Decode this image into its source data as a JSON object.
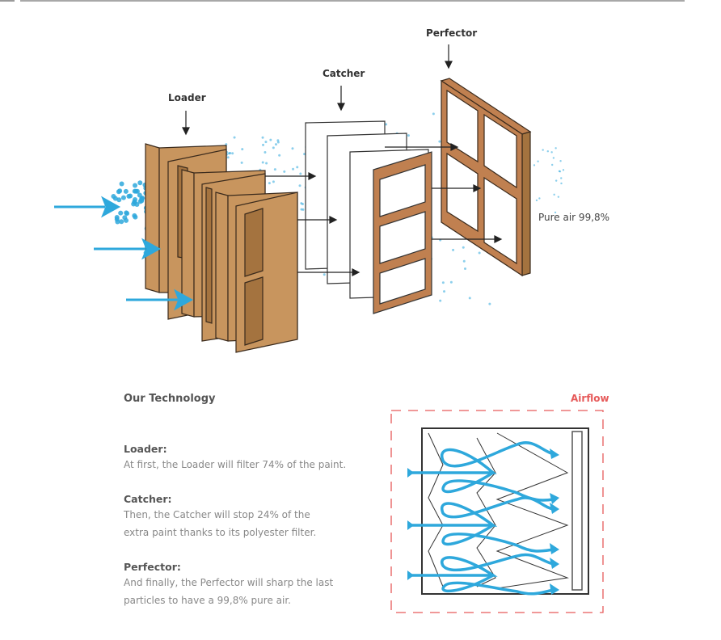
{
  "diagram": {
    "labels": {
      "loader": "Loader",
      "catcher": "Catcher",
      "perfector": "Perfector",
      "pure_air": "Pure air 99,8%"
    },
    "colors": {
      "airflow_blue": "#2ea8dc",
      "cardboard": "#c8955e",
      "cardboard_dark": "#a4733f",
      "frame": "#c08050",
      "outline": "#3a2a1c",
      "airflow_border": "#e65a5a"
    }
  },
  "technology": {
    "title": "Our Technology",
    "sections": [
      {
        "heading": "Loader:",
        "text": "At first, the Loader will filter 74% of the paint."
      },
      {
        "heading": "Catcher:",
        "text": "Then, the Catcher will stop 24% of the extra paint thanks to its polyester filter."
      },
      {
        "heading": "Perfector:",
        "text": "And finally, the Perfector will sharp the last particles to have a 99,8% pure air."
      }
    ]
  },
  "airflow": {
    "label": "Airflow"
  }
}
